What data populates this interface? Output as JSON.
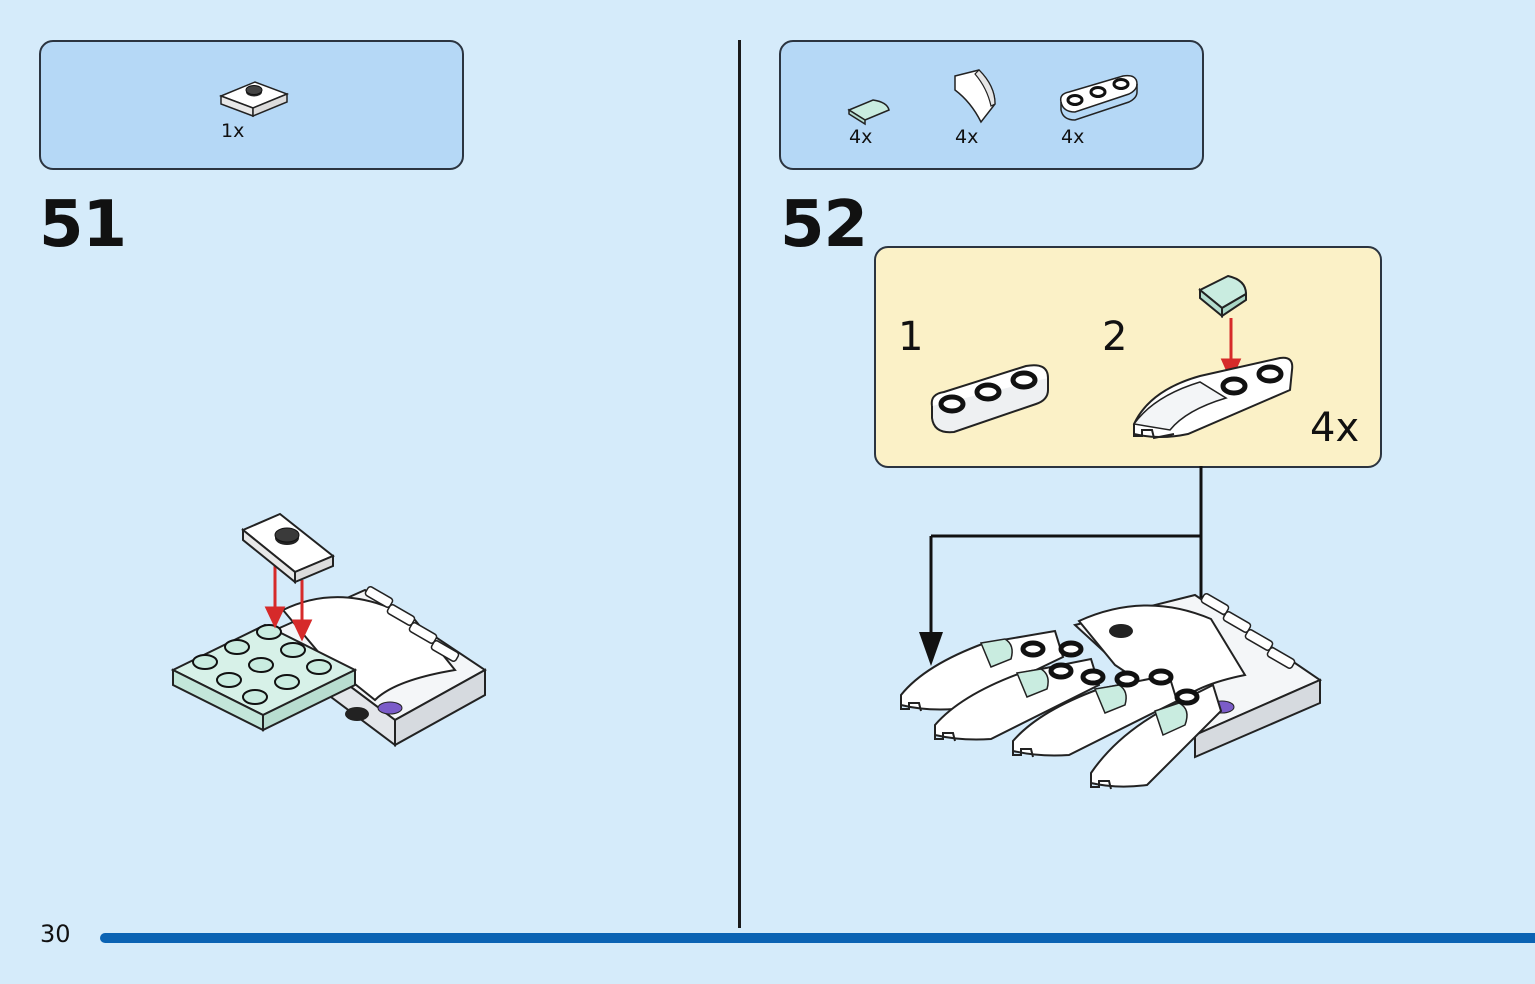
{
  "page": {
    "number": "30"
  },
  "step51": {
    "number": "51",
    "parts": [
      {
        "icon": "white-jumper-plate-icon",
        "qty": "1x"
      }
    ]
  },
  "step52": {
    "number": "52",
    "parts": [
      {
        "icon": "trans-green-slope-icon",
        "qty": "4x"
      },
      {
        "icon": "white-wing-wedge-icon",
        "qty": "4x"
      },
      {
        "icon": "white-round-plate-1x3-icon",
        "qty": "4x"
      }
    ],
    "subassembly": {
      "step1": "1",
      "step2": "2",
      "multiplier": "4x"
    }
  },
  "colors": {
    "background": "#d5ebfa",
    "parts_box": "#b5d8f6",
    "subassembly_box": "#fbf1c7",
    "footer_bar": "#0b63b3",
    "arrow_red": "#d62a2a",
    "brick_white": "#ffffff",
    "brick_trans_green": "#c9ece0"
  }
}
